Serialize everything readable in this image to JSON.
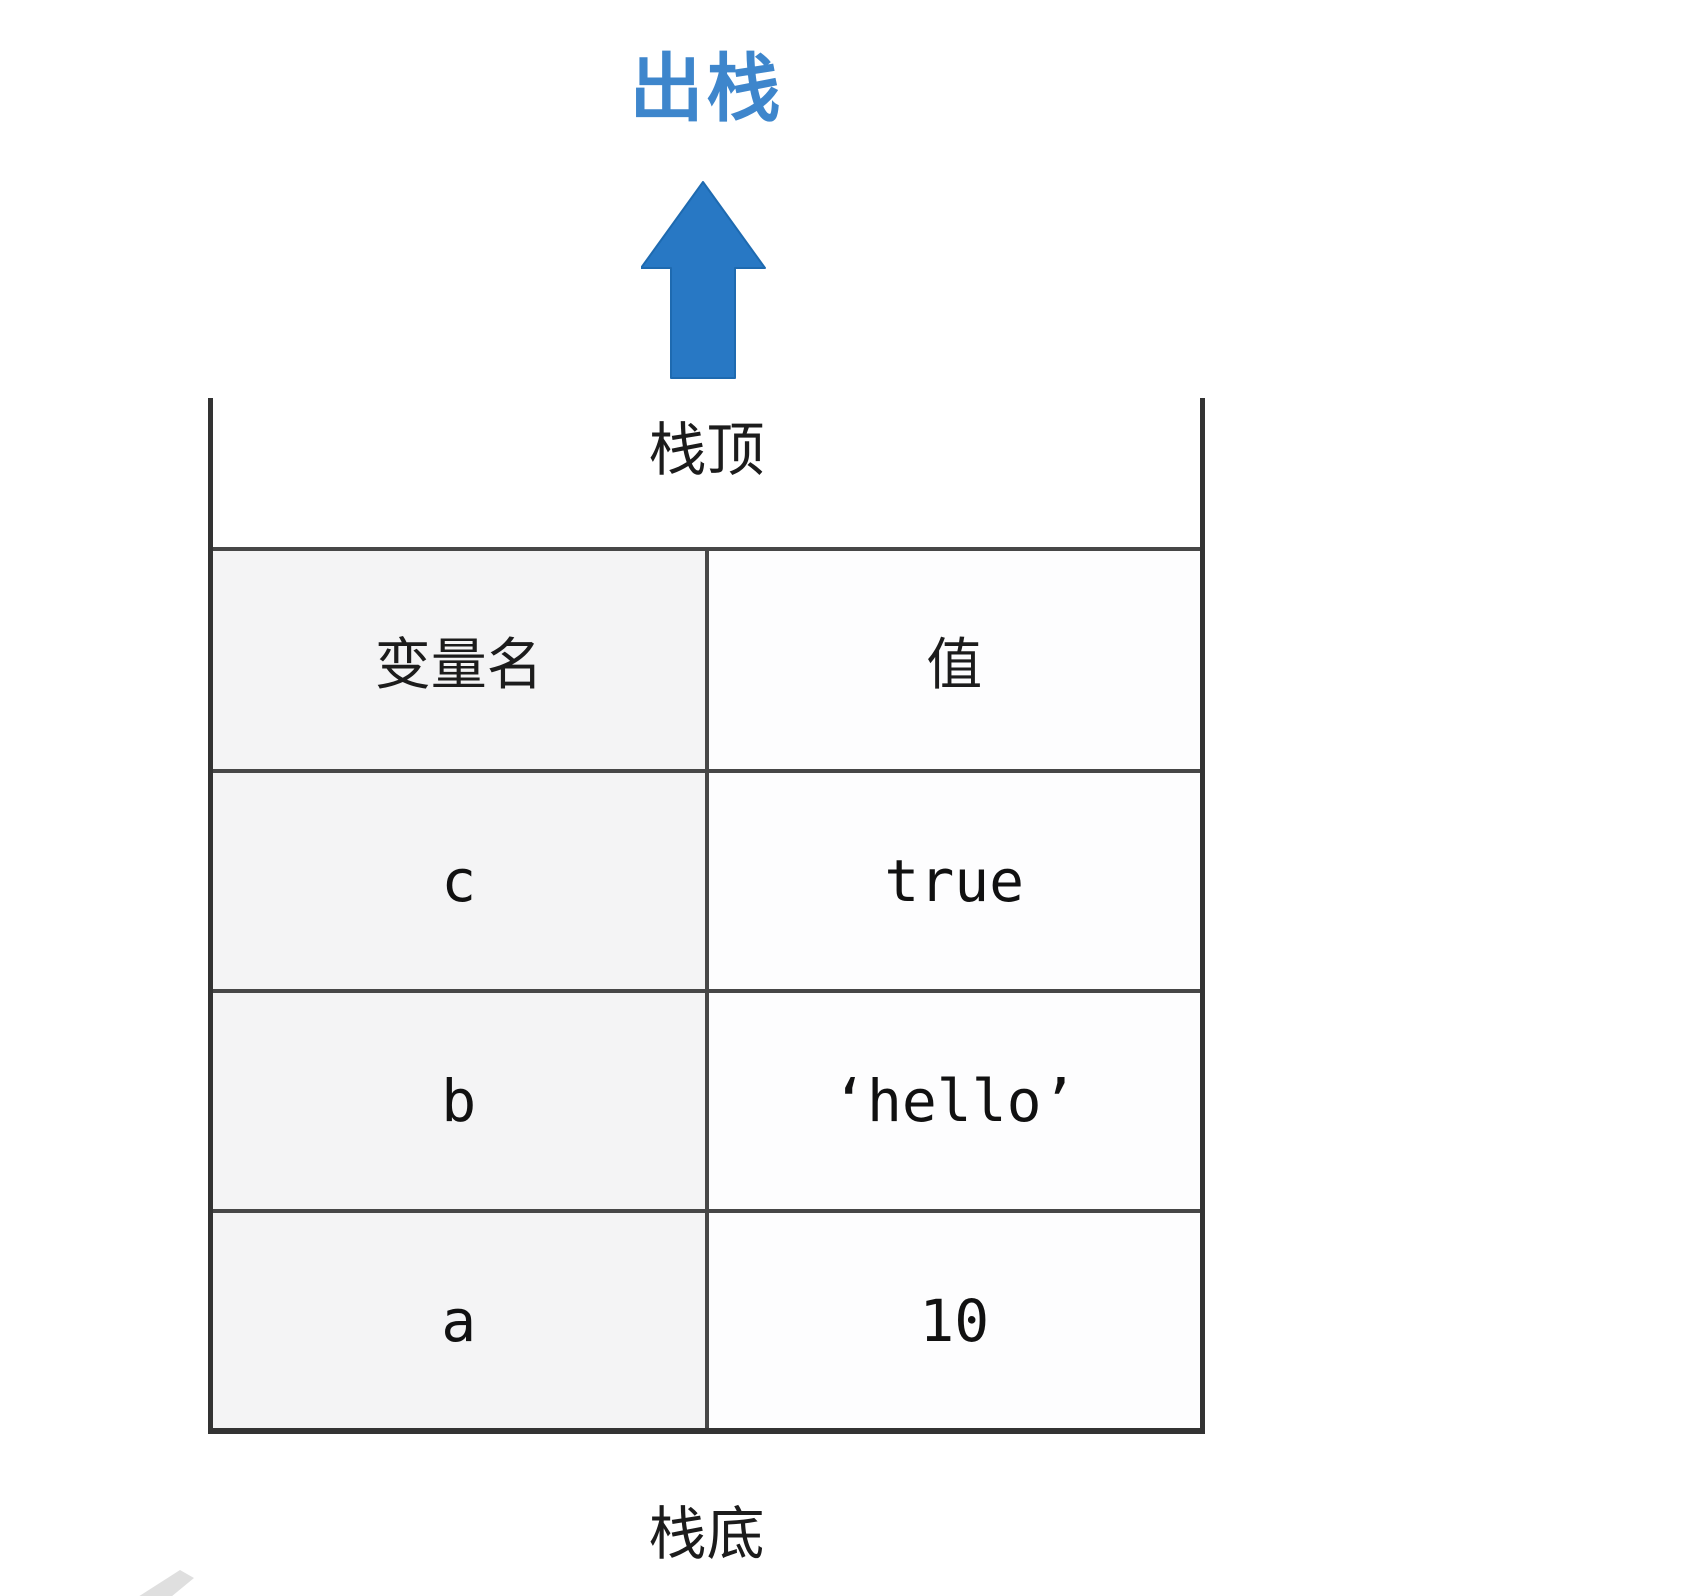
{
  "labels": {
    "pop": "出栈",
    "stack_top": "栈顶",
    "stack_bottom": "栈底"
  },
  "table": {
    "headers": [
      "变量名",
      "值"
    ],
    "rows": [
      {
        "name": "c",
        "value": "true"
      },
      {
        "name": "b",
        "value": "‘hello’"
      },
      {
        "name": "a",
        "value": "10"
      }
    ]
  },
  "colors": {
    "arrow_blue": "#2878c4",
    "pop_label_blue": "#3e86cc",
    "wall_dark": "#333333",
    "grid_line": "#474747",
    "name_column_bg": "#f4f4f5",
    "value_column_bg": "#fdfdfe",
    "text_dark": "#1c1c1c"
  }
}
